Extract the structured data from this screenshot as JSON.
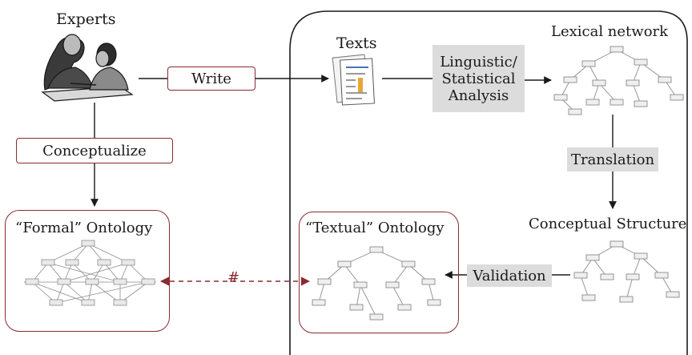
{
  "actors": {
    "experts": "Experts"
  },
  "edges": {
    "write": "Write",
    "conceptualize": "Conceptualize",
    "translation": "Translation",
    "validation": "Validation",
    "mismatch": "#"
  },
  "nodes": {
    "texts": "Texts",
    "lexical_network": "Lexical network",
    "analysis_line1": "Linguistic/",
    "analysis_line2": "Statistical",
    "analysis_line3": "Analysis",
    "conceptual_structure": "Conceptual Structure",
    "formal_ontology": "“Formal” Ontology",
    "textual_ontology": "“Textual” Ontology"
  },
  "colors": {
    "accent": "#8a2a32",
    "label_fill": "#dcdcdc",
    "line": "#1a1a1a",
    "graph": "#8c8c8c"
  }
}
